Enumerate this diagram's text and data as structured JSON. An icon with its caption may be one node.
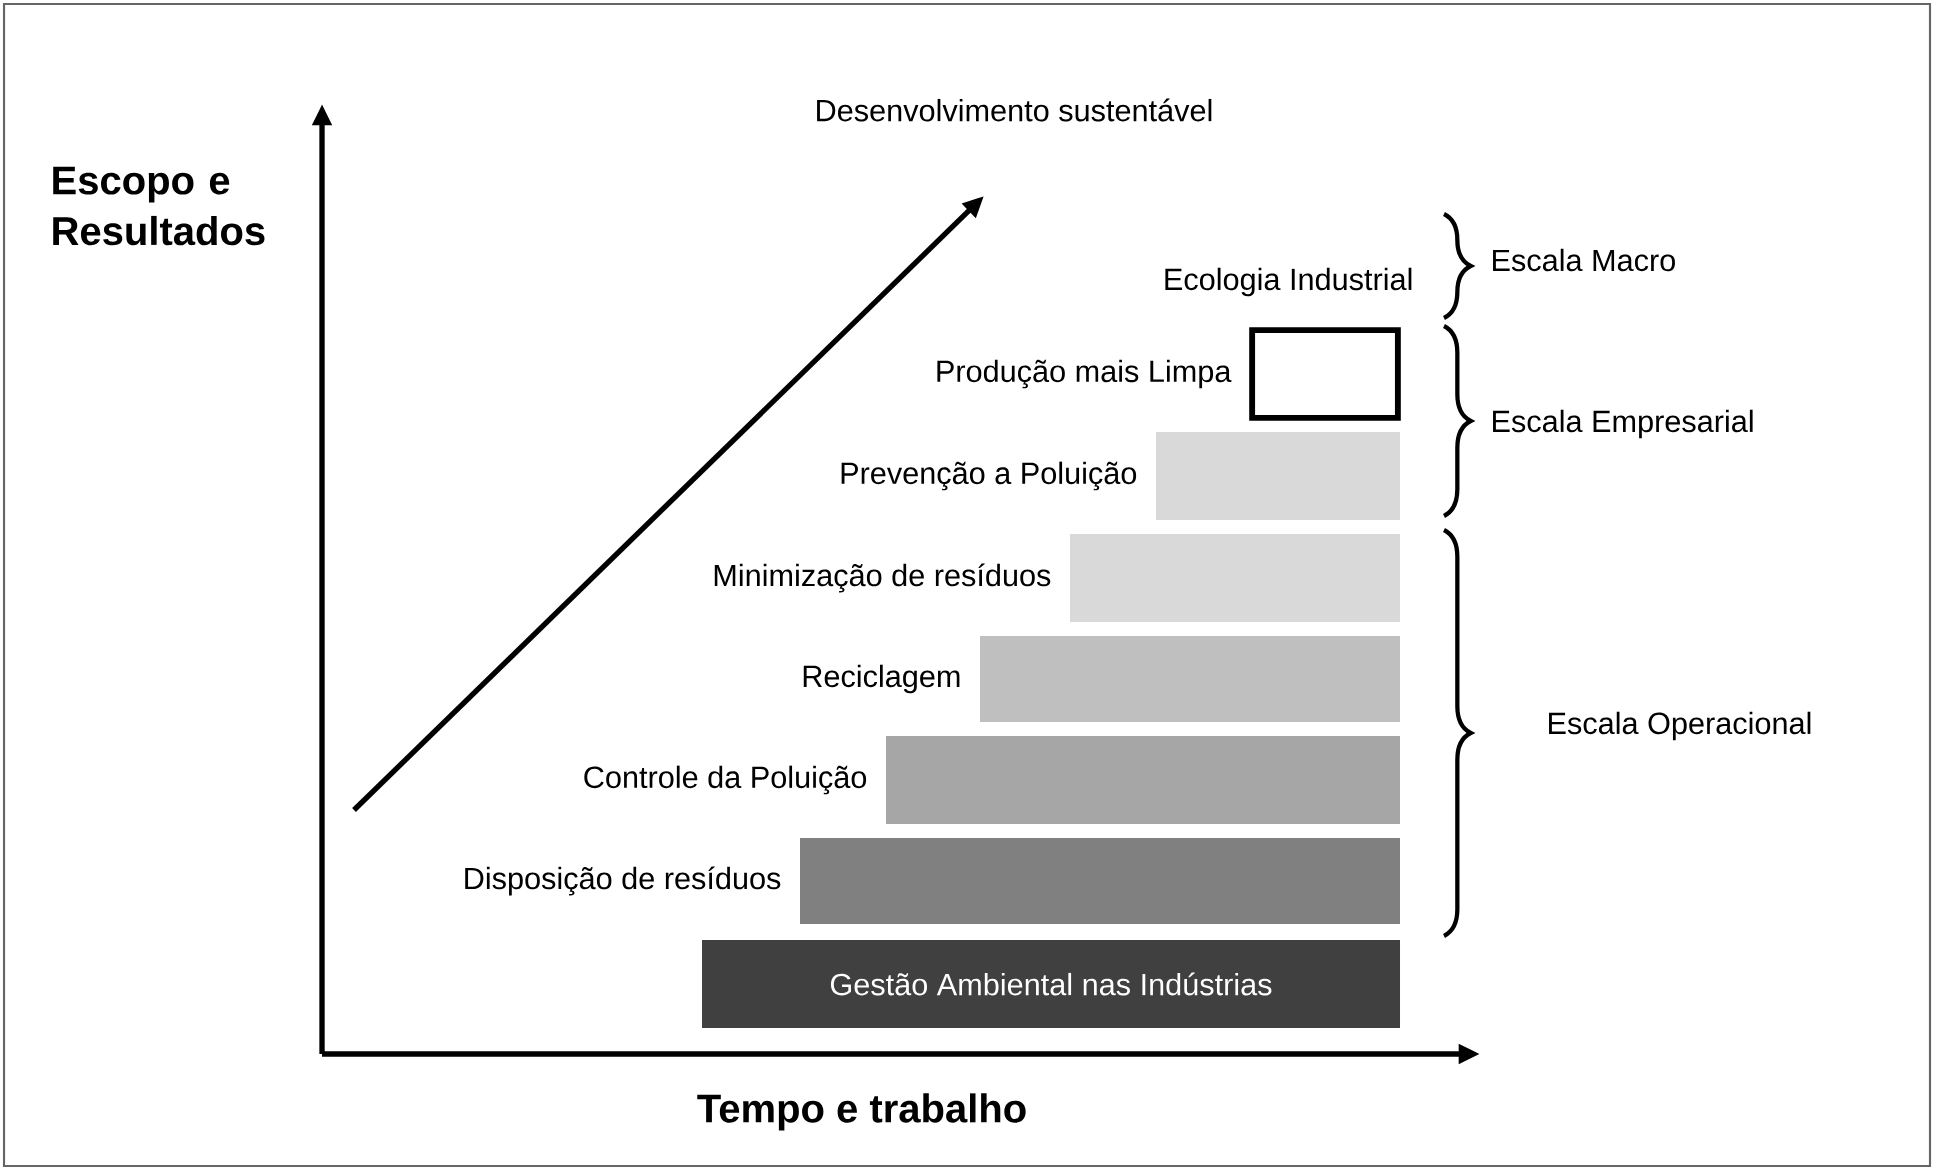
{
  "diagram": {
    "nodes": [
      {
        "text": [],
        "shape": "box",
        "beside": [
          "Produção mais Limpa"
        ]
      },
      {
        "text": [],
        "shape": "bar",
        "beside": [
          "Prevenção a Poluição"
        ]
      },
      {
        "text": [],
        "shape": "bar",
        "beside": [
          "Minimização de resíduos"
        ]
      },
      {
        "text": [],
        "shape": "bar",
        "beside": [
          "Reciclagem"
        ]
      },
      {
        "text": [],
        "shape": "bar",
        "beside": [
          "Controle da Poluição"
        ]
      },
      {
        "text": [],
        "shape": "bar",
        "beside": [
          "Disposição de resíduos"
        ]
      },
      {
        "text": [
          "Gestão Ambiental nas Indústrias"
        ]
      }
    ],
    "labels": [
      "Escopo e Resultados",
      "Desenvolvimento sustentável",
      "Ecologia Industrial",
      "Escala Macro",
      "Escala Empresarial",
      "Escala Operacional",
      "Tempo e trabalho"
    ]
  }
}
